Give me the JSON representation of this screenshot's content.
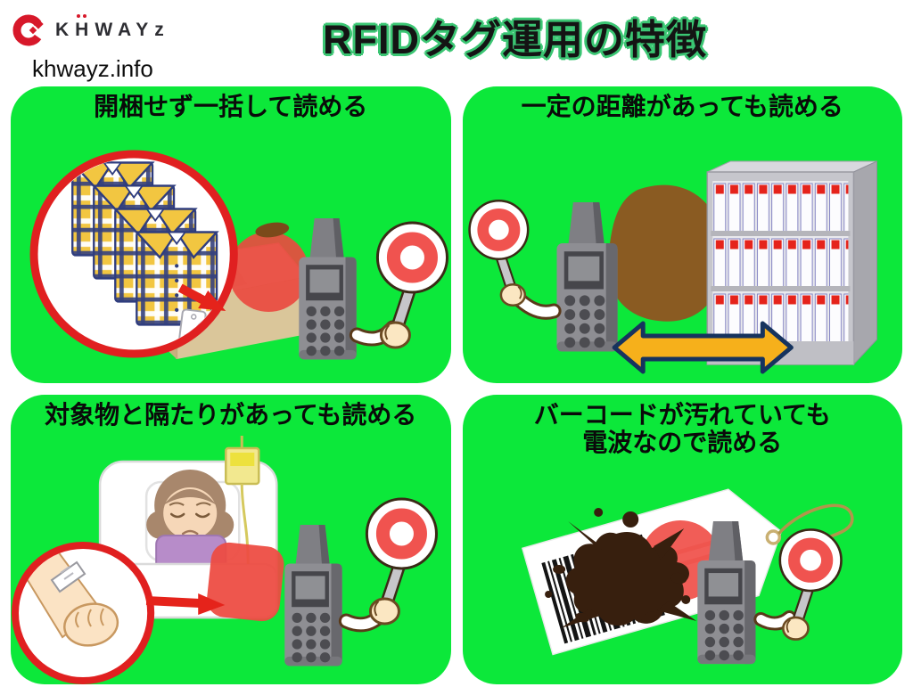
{
  "brand": {
    "k": "K",
    "h": "H",
    "rest": "WAYz",
    "url": "khwayz.info"
  },
  "header": {
    "title": "RFIDタグ運用の特徴"
  },
  "panels": [
    {
      "id": "batch-read",
      "title_lines": [
        "開梱せず一括して読める"
      ]
    },
    {
      "id": "distance-read",
      "title_lines": [
        "一定の距離があっても読める"
      ]
    },
    {
      "id": "obstruction-read",
      "title_lines": [
        "対象物と隔たりがあっても読める"
      ]
    },
    {
      "id": "dirty-barcode-read",
      "title_lines": [
        "バーコードが汚れていても",
        "電波なので読める"
      ]
    }
  ],
  "icons": {
    "khwayz-logo-icon": "red crescent mark with two red diamonds",
    "rfid-reader-icon": "gray handheld RFID reader with screen and keypad",
    "ok-sign-paddle-icon": "white paddle with red circle (maru sign) held by hand",
    "magnifier-circle-icon": "red-bordered zoom circle",
    "zoom-arrow-icon": "red arrow",
    "signal-blob-red-icon": "red radio-wave coverage blob",
    "signal-blob-brown-icon": "brown radio-wave coverage blob",
    "distance-arrow-icon": "yellow double-headed arrow with navy outline",
    "shirts-icon": "stack of folded plaid shirts with price tag",
    "cardboard-box-icon": "closed cardboard box",
    "bookshelf-icon": "gray shelf filled with white binders with red labels",
    "patient-bed-icon": "elderly patient sleeping in bed with IV drip",
    "wristband-icon": "wrist with white ID band",
    "price-tag-icon": "white hang tag with barcode and string",
    "ink-splat-icon": "dark brown ink stain over barcode"
  },
  "colors": {
    "panel_green": "#0CE83A",
    "title_outline_green": "#3BC573",
    "brand_red": "#D7182A",
    "magnifier_border_red": "#E02020",
    "signal_red": "#EA4A40",
    "signal_brown": "#8A5B22",
    "arrow_red": "#E5231B",
    "distance_arrow_yellow": "#F6B01B",
    "distance_arrow_outline": "#16335E",
    "box_tan": "#DAC69A",
    "reader_gray": "#8E8E93",
    "paddle_ring_red": "#F0534F",
    "skin": "#FBE7C2",
    "binder_label_red": "#E5231B",
    "ink_splat_brown": "#371F0E",
    "pajama_purple": "#B78CC9",
    "iv_bag_yellow": "#F2E88F"
  }
}
